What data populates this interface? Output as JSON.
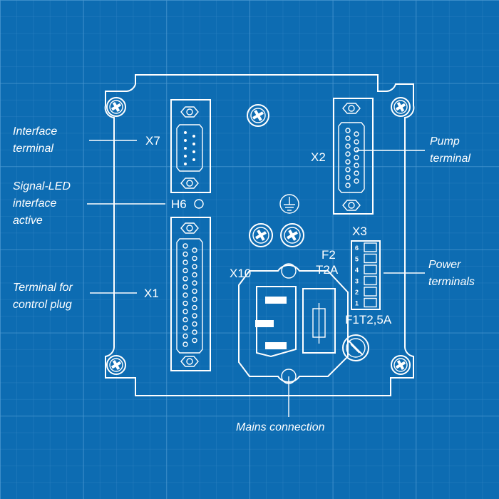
{
  "colors": {
    "background": "#0d6cb2",
    "grid": "#3a8bc7",
    "line": "#ffffff"
  },
  "callouts": {
    "interface_terminal": [
      "Interface",
      "terminal"
    ],
    "signal_led": [
      "Signal-LED",
      "interface",
      "active"
    ],
    "terminal_control_plug": [
      "Terminal for",
      "control plug"
    ],
    "pump_terminal": [
      "Pump",
      "terminal"
    ],
    "power_terminals": [
      "Power",
      "terminals"
    ],
    "mains_connection": "Mains connection"
  },
  "designators": {
    "x7": "X7",
    "h6": "H6",
    "x1": "X1",
    "x2": "X2",
    "x3": "X3",
    "x10": "X10",
    "f2_name": "F2",
    "f2_rating": "T2A",
    "f1": "F1T2,5A"
  },
  "x3_pins": [
    "6",
    "5",
    "4",
    "3",
    "2",
    "1"
  ],
  "icons": [
    "ground-symbol-icon",
    "screw-icon",
    "hex-nut-icon",
    "led-indicator-icon",
    "fuse-icon"
  ]
}
